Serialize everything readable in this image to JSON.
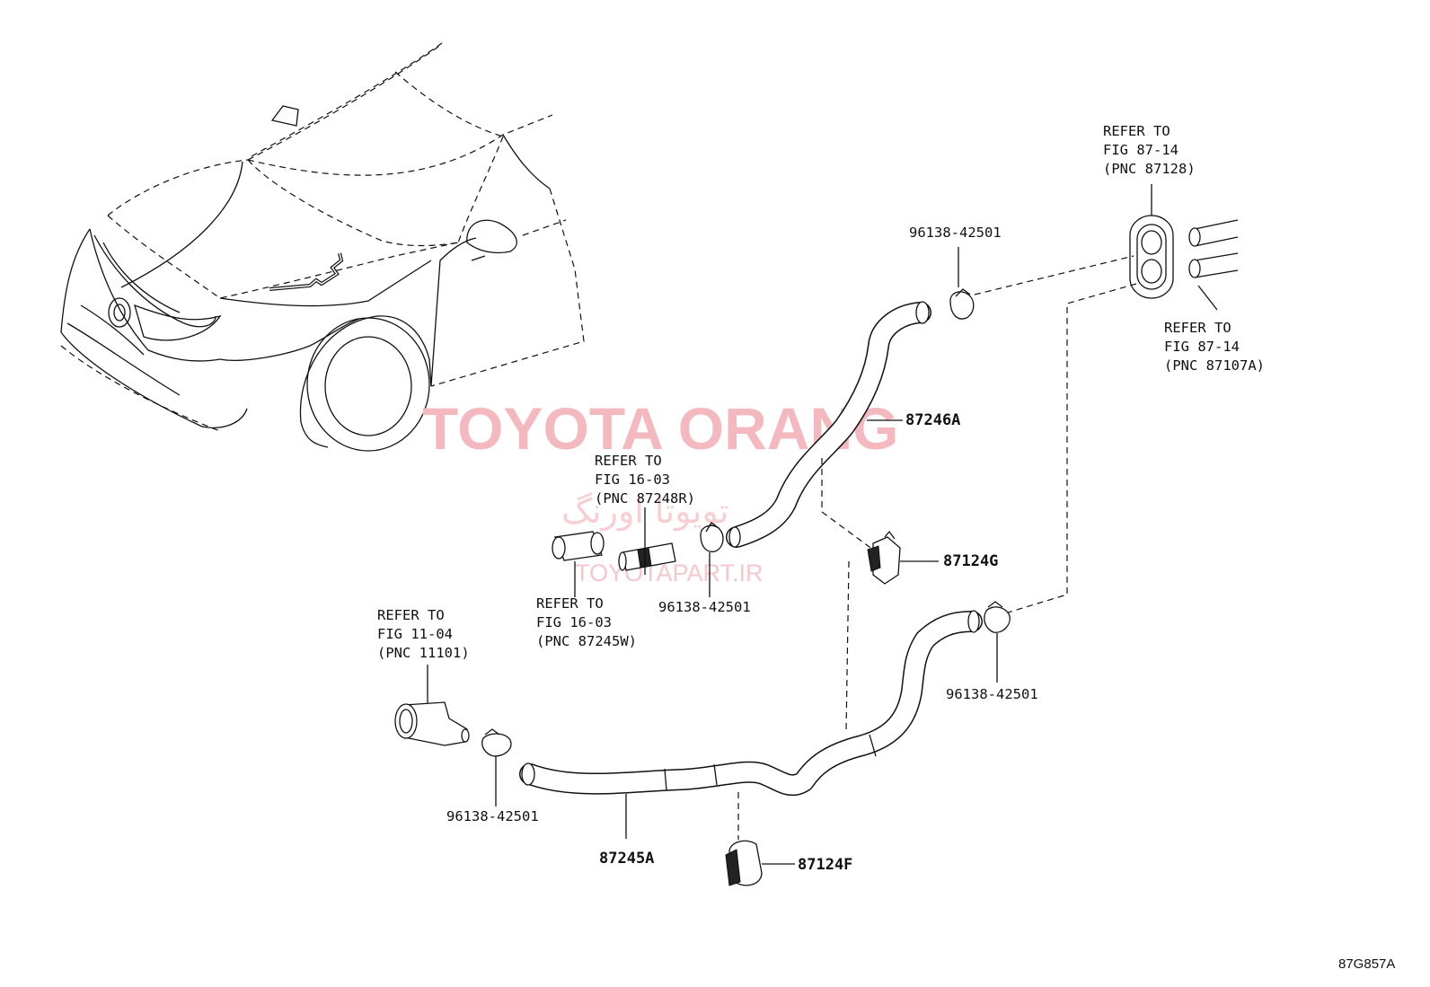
{
  "watermarks": {
    "brand": "TOYOTA ORANG",
    "brand_fa": "تویوتا اورنگ",
    "url": "TOYOTAPART.IR"
  },
  "diagram_code": "87G857A",
  "labels": {
    "clip_top": "96138-42501",
    "refer_core_a": [
      "REFER TO",
      "FIG 87-14",
      "(PNC 87128)"
    ],
    "refer_core_b": [
      "REFER TO",
      "FIG 87-14",
      "(PNC 87107A)"
    ],
    "hose_upper": "87246A",
    "refer_16_03_r": [
      "REFER TO",
      "FIG 16-03",
      "(PNC 87248R)"
    ],
    "clamp_g": "87124G",
    "refer_16_03_w": [
      "REFER TO",
      "FIG 16-03",
      "(PNC 87245W)"
    ],
    "clip_mid": "96138-42501",
    "refer_11_04": [
      "REFER TO",
      "FIG 11-04",
      "(PNC 11101)"
    ],
    "clip_right": "96138-42501",
    "clip_left": "96138-42501",
    "hose_lower": "87245A",
    "clamp_f": "87124F"
  }
}
